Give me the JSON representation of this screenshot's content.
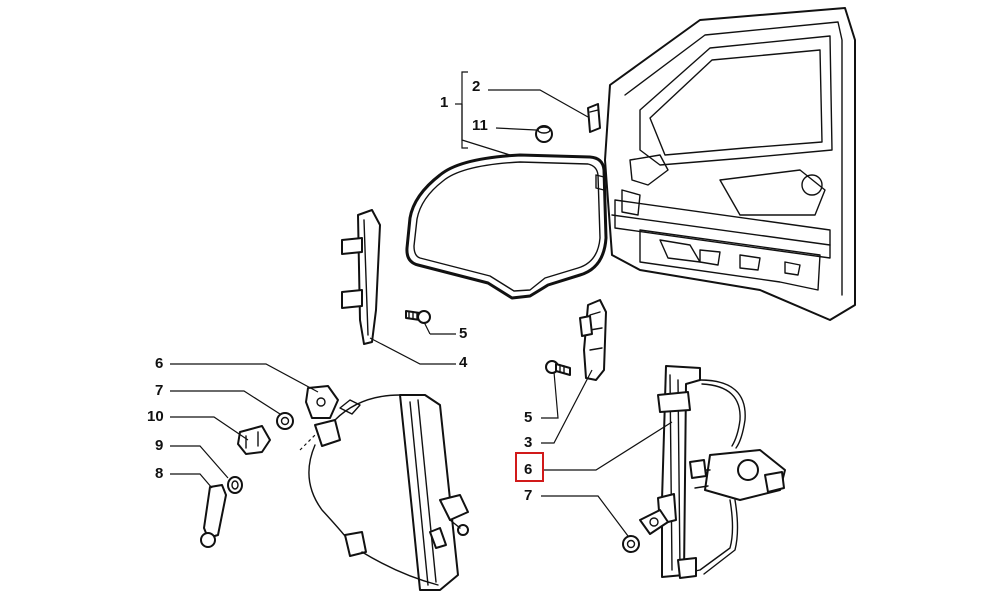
{
  "callouts": {
    "c1": "1",
    "c2": "2",
    "c11": "11",
    "c5_top": "5",
    "c4": "4",
    "c6_left": "6",
    "c7_left": "7",
    "c10": "10",
    "c9": "9",
    "c8": "8",
    "c5_right": "5",
    "c3": "3",
    "c6_right": "6",
    "c7_right": "7"
  },
  "highlight": {
    "target": "6",
    "color": "#d11a1a"
  }
}
